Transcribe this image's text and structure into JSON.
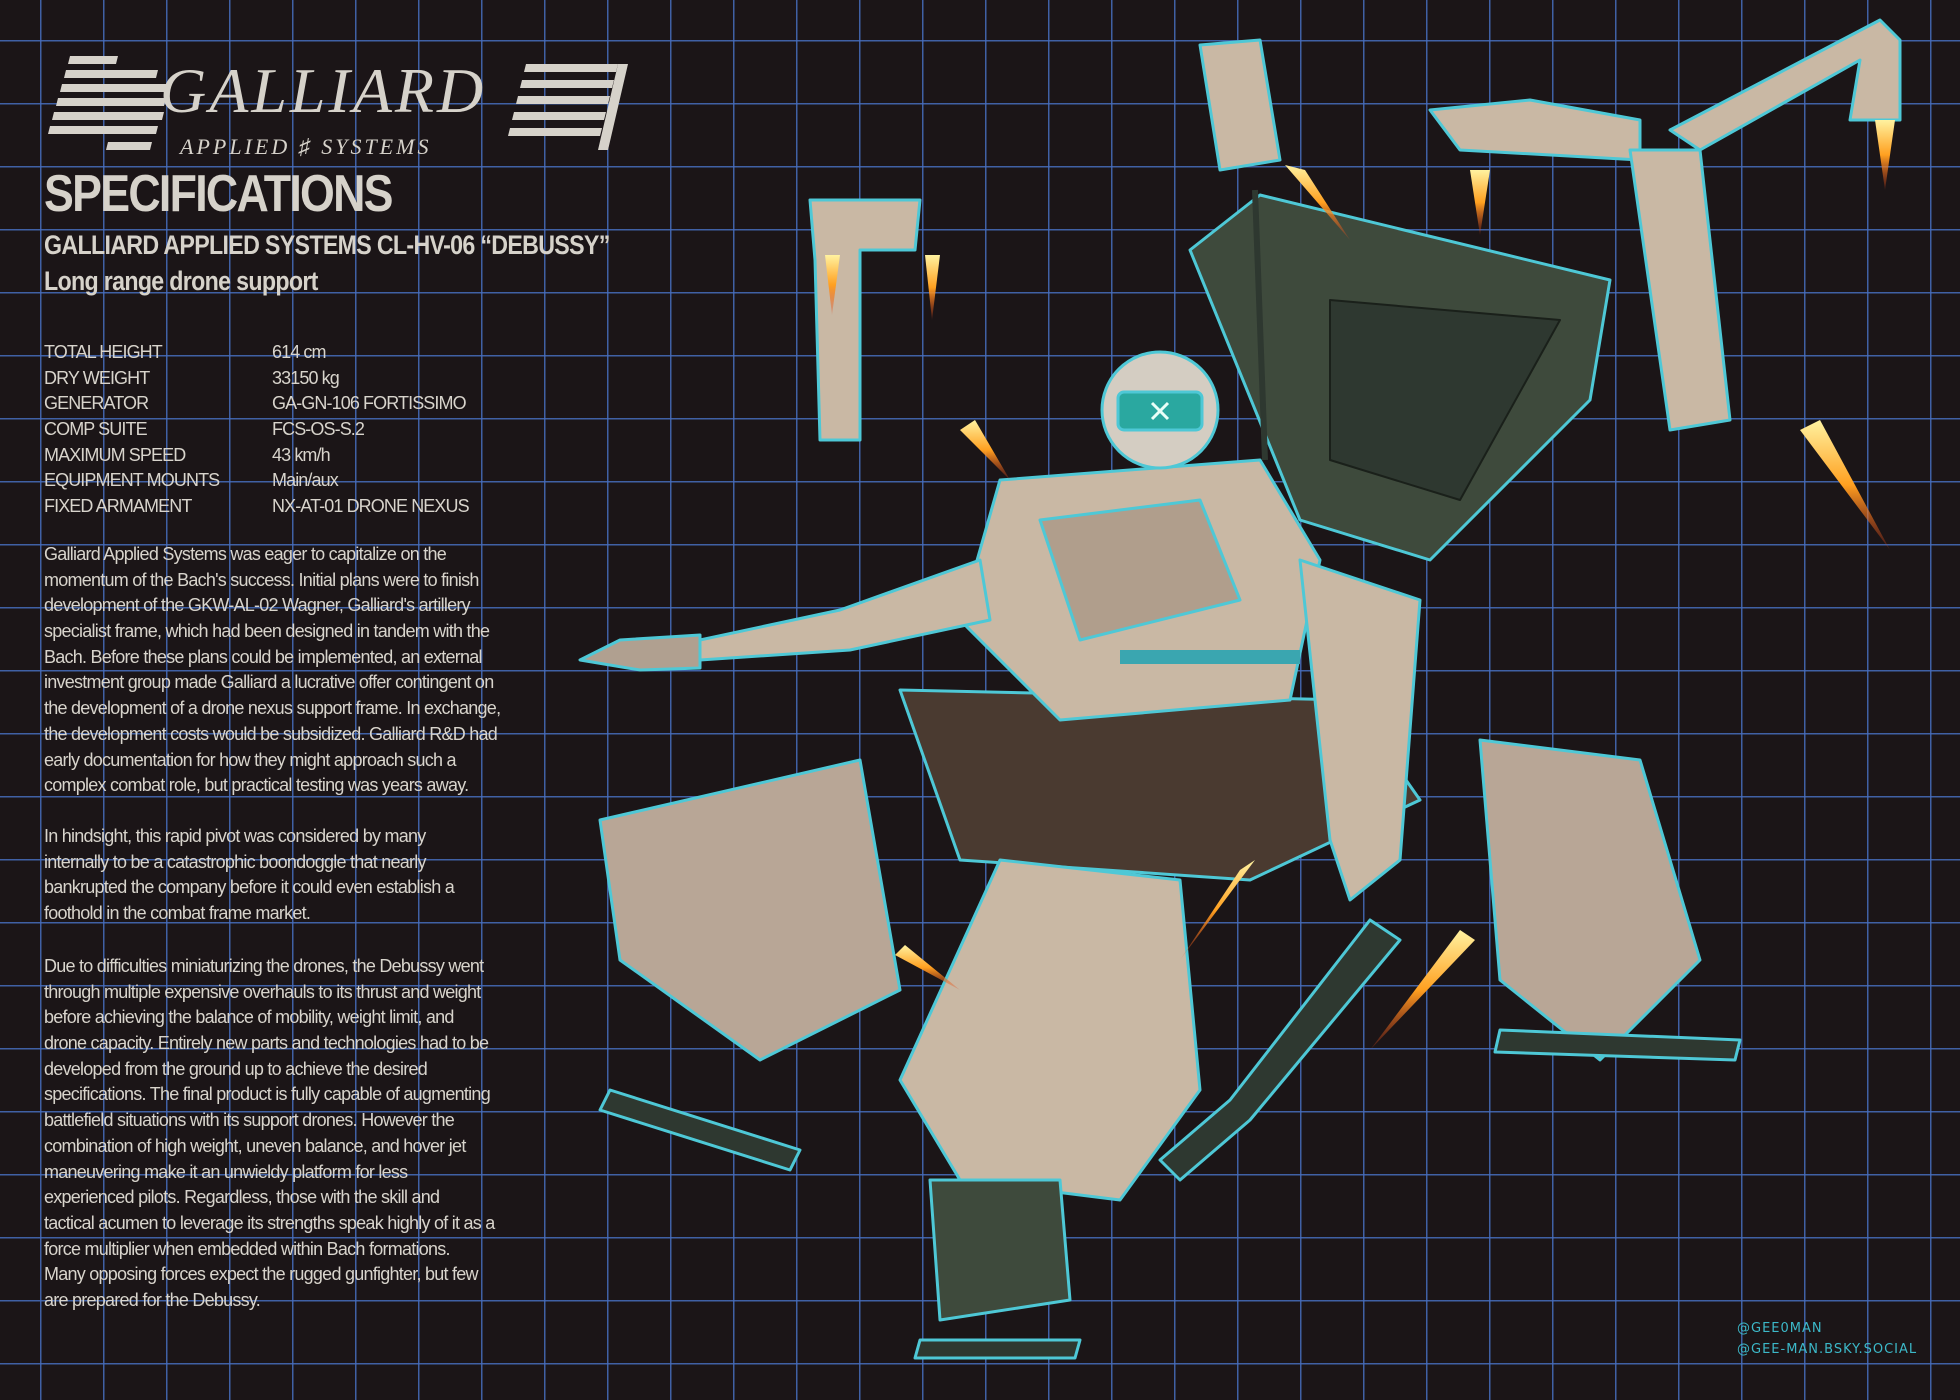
{
  "logo": {
    "name": "GALLIARD",
    "tagline": "APPLIED ♯ SYSTEMS"
  },
  "header": {
    "title": "SPECIFICATIONS",
    "model": "GALLIARD APPLIED SYSTEMS CL-HV-06 “DEBUSSY”",
    "role": "Long range drone support"
  },
  "specs": [
    {
      "label": "TOTAL HEIGHT",
      "value": "614 cm"
    },
    {
      "label": "DRY WEIGHT",
      "value": "33150 kg"
    },
    {
      "label": "GENERATOR",
      "value": "GA-GN-106 FORTISSIMO"
    },
    {
      "label": "COMP SUITE",
      "value": "FCS-OS-S.2"
    },
    {
      "label": "MAXIMUM SPEED",
      "value": "43 km/h"
    },
    {
      "label": "EQUIPMENT MOUNTS",
      "value": "Main/aux"
    },
    {
      "label": "FIXED ARMAMENT",
      "value": "NX-AT-01 DRONE NEXUS"
    }
  ],
  "paragraphs": [
    [
      "Galliard Applied Systems was eager to capitalize on the",
      "momentum of the Bach's success. Initial plans were to finish",
      "development of the GKW-AL-02 Wagner, Galliard's artillery",
      "specialist frame, which had been designed in tandem with the",
      "Bach. Before these plans could be implemented, an external",
      "investment group made Galliard a lucrative offer contingent on",
      "the development of a drone nexus support frame. In exchange,",
      "the development costs would be subsidized. Galliard R&D had",
      "early documentation for how they might approach such a",
      "complex combat role, but practical testing was years away."
    ],
    [
      "In hindsight, this rapid pivot was considered by many",
      "internally to be a catastrophic boondoggle that nearly",
      "bankrupted the company before it could even establish a",
      "foothold in the combat frame market."
    ],
    [
      "Due to difficulties miniaturizing the drones, the Debussy went",
      "through multiple expensive overhauls to its thrust and weight",
      "before achieving the balance of mobility, weight limit, and",
      "drone capacity. Entirely new parts and technologies had to be",
      "developed from the ground up to achieve the desired",
      "specifications. The final product is fully capable of augmenting",
      "battlefield situations with its support drones. However the",
      "combination of high weight, uneven balance, and hover jet",
      "maneuvering make it an unwieldy platform for less",
      "experienced pilots. Regardless, those with the skill and",
      "tactical acumen to leverage its strengths speak highly of it as a",
      "force multiplier when embedded within Bach formations.",
      "Many opposing forces expect the rugged gunfighter, but few",
      "are prepared for the Debussy."
    ]
  ],
  "credits": [
    "@GEE0MAN",
    "@GEE-MAN.BSKY.SOCIAL"
  ],
  "colors": {
    "background": "#1b1517",
    "grid": "#466ebe",
    "text": "#d8d4cc",
    "accent": "#3cb8c8",
    "armor": "#c9b8a4",
    "armor_shade": "#a89484",
    "backpack": "#3e4a3c",
    "flame": "#ff9a1e"
  }
}
